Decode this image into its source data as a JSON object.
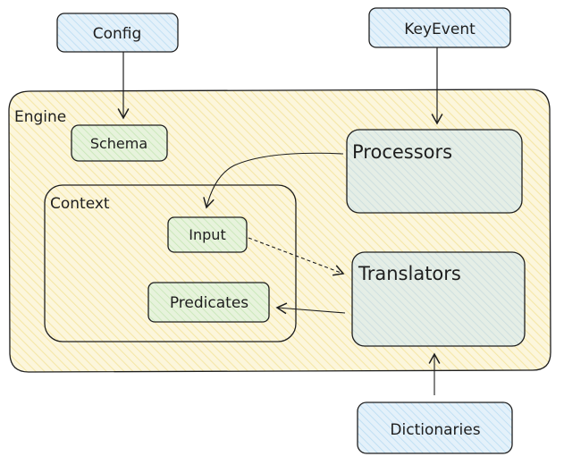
{
  "nodes": {
    "config": "Config",
    "keyevent": "KeyEvent",
    "engine": "Engine",
    "schema": "Schema",
    "processors": "Processors",
    "context": "Context",
    "input": "Input",
    "predicates": "Predicates",
    "translators": "Translators",
    "dictionaries": "Dictionaries"
  },
  "colors": {
    "stroke": "#1e1e1e",
    "blue_fill": "#d6eaf8",
    "blue_hatch": "#a5d8ff",
    "green_fill": "#e3f2d9",
    "green_hatch": "#b2f2bb",
    "yellow_fill": "#fdf7dd",
    "yellow_hatch": "#ffec99",
    "gray_fill": "#dde8ea"
  }
}
